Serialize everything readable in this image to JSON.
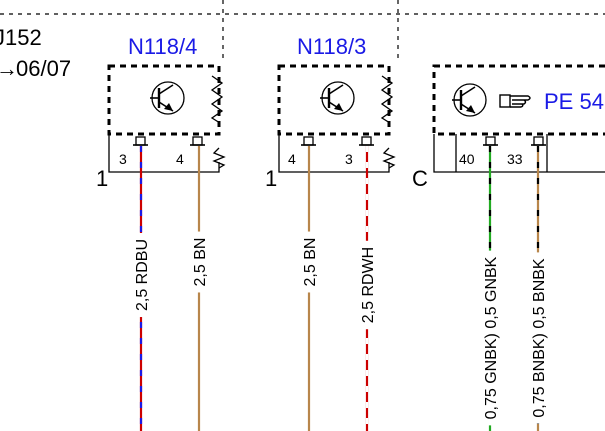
{
  "header": {
    "model_label": "J152",
    "date_label": "06/07",
    "arrow_glyph": "→"
  },
  "components": [
    {
      "id": "n118_4",
      "title": "N118/4",
      "ground_label": "1",
      "pins": [
        "3",
        "4"
      ]
    },
    {
      "id": "n118_3",
      "title": "N118/3",
      "ground_label": "1",
      "pins": [
        "4",
        "3"
      ]
    },
    {
      "id": "pe",
      "title": "PE 54",
      "ground_label": "C",
      "pins": [
        "40",
        "33"
      ],
      "ref_icon": "pointing-hand-icon"
    }
  ],
  "wires": [
    {
      "label": "2,5 RDBU",
      "color": "#cc0000",
      "stripe": "#1a1ae6"
    },
    {
      "label": "2,5 BN",
      "color": "#b8864b",
      "stripe": ""
    },
    {
      "label": "2,5 BN",
      "color": "#b8864b",
      "stripe": ""
    },
    {
      "label": "2,5 RDWH",
      "color": "#cc0000",
      "stripe": "#ffffff"
    },
    {
      "label": "0,75 GNBK) 0,5 GNBK",
      "color": "#22aa22",
      "stripe": "#000000"
    },
    {
      "label": "0,75 BNBK) 0,5 BNBK",
      "color": "#b8864b",
      "stripe": "#000000"
    }
  ],
  "colors": {
    "title": "#1a1ae6",
    "line": "#000000",
    "red": "#cc0000",
    "blue": "#1a1ae6",
    "brown": "#b8864b",
    "green": "#22aa22"
  }
}
